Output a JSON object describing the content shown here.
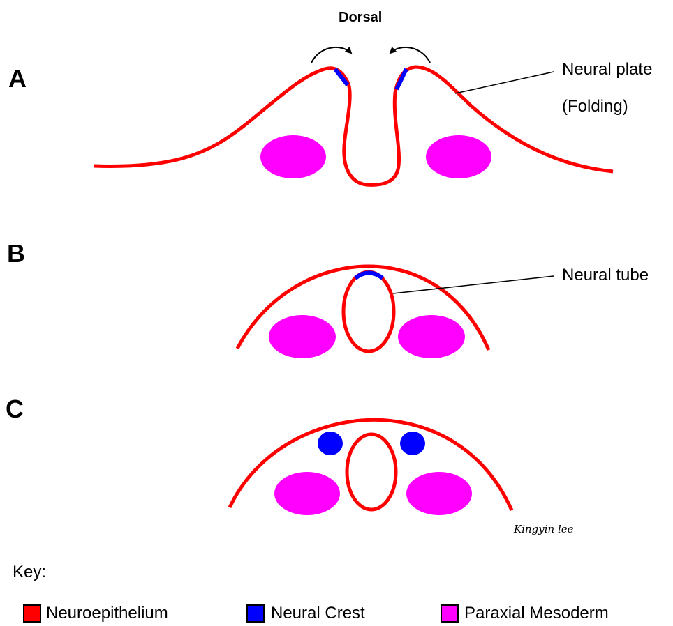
{
  "orientation_label": "Dorsal",
  "panels": [
    {
      "letter": "A",
      "annotations": [
        "Neural plate",
        "(Folding)"
      ]
    },
    {
      "letter": "B",
      "annotations": [
        "Neural tube"
      ]
    },
    {
      "letter": "C",
      "annotations": []
    }
  ],
  "signature": "Kingyin lee",
  "key": {
    "title": "Key:",
    "items": [
      {
        "label": "Neuroepithelium",
        "color": "#ff0000"
      },
      {
        "label": "Neural Crest",
        "color": "#0000ff"
      },
      {
        "label": "Paraxial Mesoderm",
        "color": "#ff00ff"
      }
    ]
  },
  "colors": {
    "neuroepithelium": "#ff0000",
    "neural_crest": "#0000ff",
    "paraxial_mesoderm": "#ff00ff",
    "lines": "#000000"
  }
}
